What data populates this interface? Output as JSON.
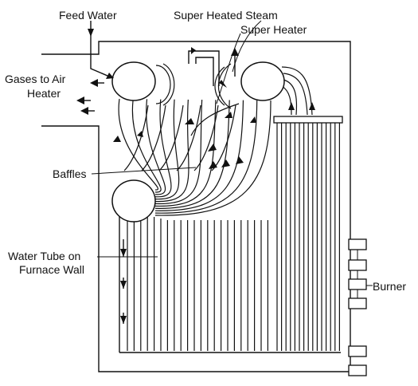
{
  "labels": {
    "feed_water": "Feed Water",
    "super_heated_steam": "Super Heated Steam",
    "super_heater": "Super Heater",
    "gases_line1": "Gases to Air",
    "gases_line2": "Heater",
    "baffles": "Baffles",
    "water_tube_line1": "Water Tube on",
    "water_tube_line2": "Furnace Wall",
    "burner": "Burner"
  }
}
